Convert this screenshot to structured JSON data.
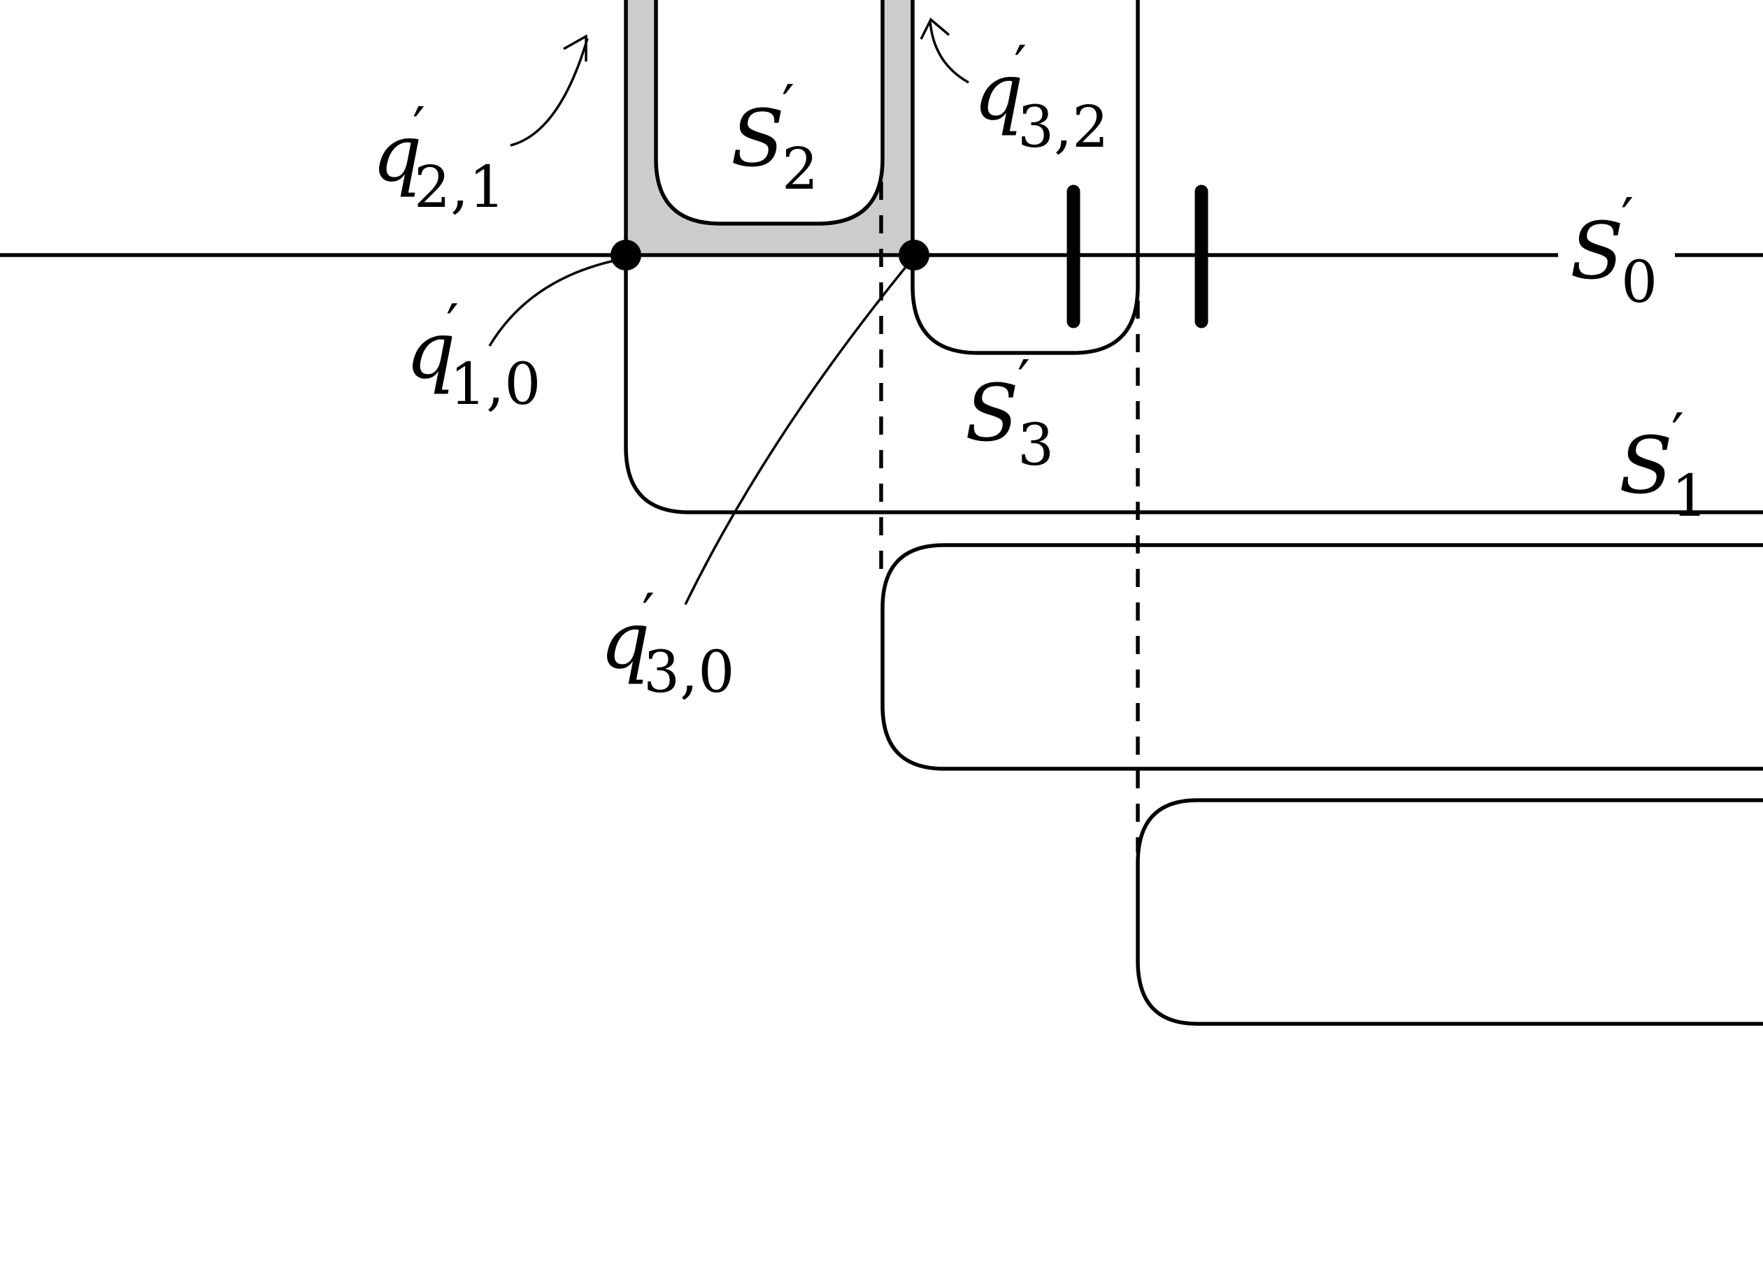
{
  "labels": {
    "S0": {
      "base": "S",
      "prime": "′",
      "sub": "0"
    },
    "S1": {
      "base": "S",
      "prime": "′",
      "sub": "1"
    },
    "S2": {
      "base": "S",
      "prime": "′",
      "sub": "2"
    },
    "S3": {
      "base": "S",
      "prime": "′",
      "sub": "3"
    },
    "q10": {
      "base": "q",
      "prime": "′",
      "sub": "1,0"
    },
    "q21": {
      "base": "q",
      "prime": "′",
      "sub": "2,1"
    },
    "q30": {
      "base": "q",
      "prime": "′",
      "sub": "3,0"
    },
    "q32": {
      "base": "q",
      "prime": "′",
      "sub": "3,2"
    }
  },
  "colors": {
    "line": "#000000",
    "shaded_region": "#cccccc",
    "background": "#ffffff"
  }
}
